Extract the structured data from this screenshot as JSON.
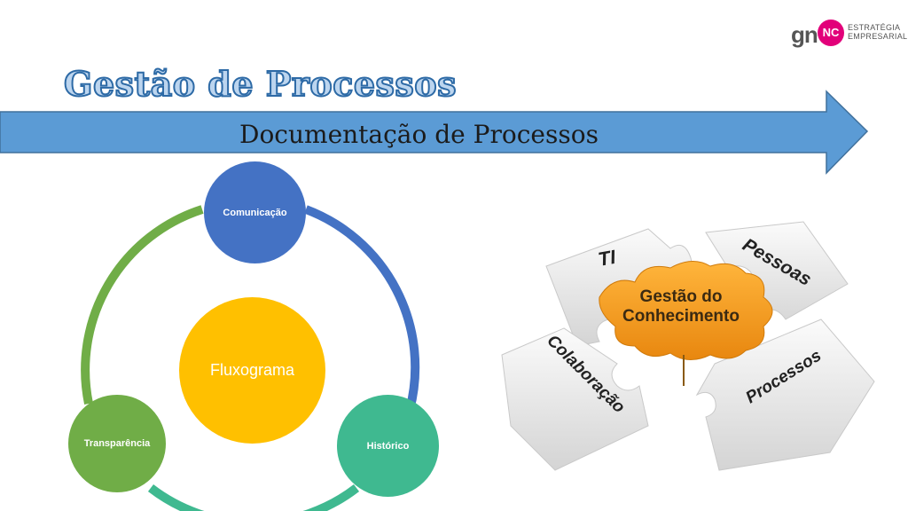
{
  "logo": {
    "mark_left": "gn",
    "mark_right": "NC",
    "line1": "ESTRATÉGIA",
    "line2": "EMPRESARIAL"
  },
  "title": "Gestão de Processos",
  "arrow_label": "Documentação de Processos",
  "cycle": {
    "center": "Fluxograma",
    "nodes": [
      "Comunicação",
      "Histórico",
      "Transparência"
    ]
  },
  "puzzle": {
    "center_line1": "Gestão do",
    "center_line2": "Conhecimento",
    "pieces": [
      "TI",
      "Pessoas",
      "Colaboração",
      "Processos"
    ]
  },
  "colors": {
    "arrow": "#5b9bd5",
    "node_blue": "#4472c4",
    "node_yellow": "#ffc000",
    "node_teal": "#3fb990",
    "node_green": "#70ad47",
    "puzzle_center": "#f39b1c",
    "logo_pink": "#e2007a"
  }
}
